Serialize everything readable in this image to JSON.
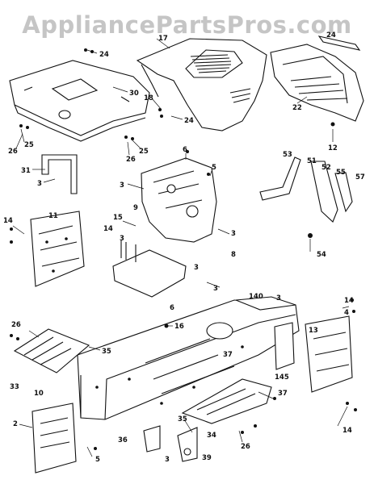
{
  "watermark": "AppliancePartsPros.com",
  "colors": {
    "ink": "#111111",
    "watermark": "#969696",
    "background": "#ffffff"
  },
  "callouts": {
    "c24a": "24",
    "c30": "30",
    "c17": "17",
    "c18": "18",
    "c24b": "24",
    "c24c": "24",
    "c25a": "25",
    "c26a": "26",
    "c25b": "25",
    "c26b": "26",
    "c22": "22",
    "c12": "12",
    "c31": "31",
    "c3a": "3",
    "c6": "6",
    "c5": "5",
    "c3b": "3",
    "c9": "9",
    "c53": "53",
    "c51": "51",
    "c52": "52",
    "c55": "55",
    "c57": "57",
    "c54": "54",
    "c11": "11",
    "c14a": "14",
    "c15": "15",
    "c14b": "14",
    "c3c": "3",
    "c8": "8",
    "c3d": "3",
    "c3e": "3",
    "c6b": "6",
    "c3f": "3",
    "c140": "140",
    "c3g": "3",
    "c16": "16",
    "c14c": "14",
    "c4": "4",
    "c13": "13",
    "c26c": "26",
    "c35": "35",
    "c33": "33",
    "c10": "10",
    "c37": "37",
    "c145": "145",
    "c37b": "37",
    "c2": "2",
    "c5b": "5",
    "c36": "36",
    "c3h": "3",
    "c39": "39",
    "c34": "34",
    "c26d": "26",
    "c35b": "35",
    "c14d": "14"
  }
}
